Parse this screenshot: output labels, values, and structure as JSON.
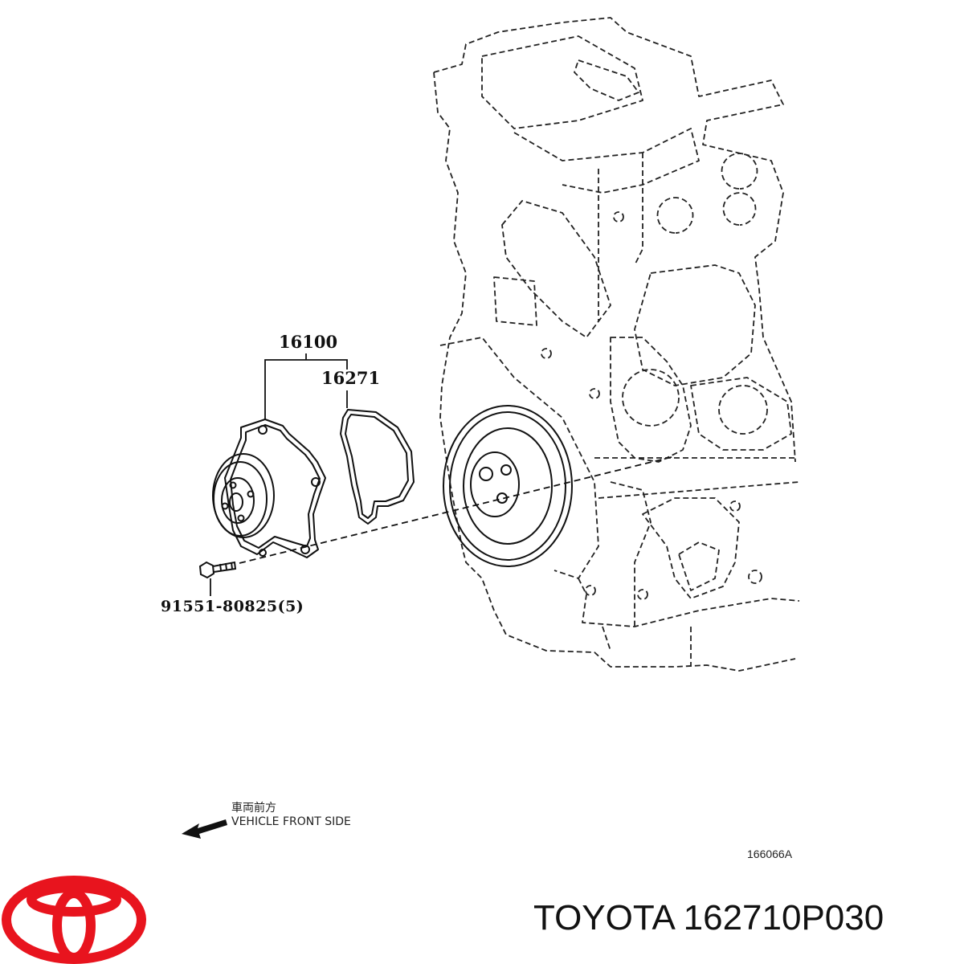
{
  "parts": {
    "water_pump": "16100",
    "gasket": "16271",
    "bolt": "91551-80825(5)"
  },
  "front_side": {
    "japanese": "車両前方",
    "english": "VEHICLE FRONT SIDE"
  },
  "illustration_code": "166066A",
  "caption": "TOYOTA 162710P030",
  "logo": {
    "name": "toyota-logo",
    "color": "#e8141e"
  }
}
